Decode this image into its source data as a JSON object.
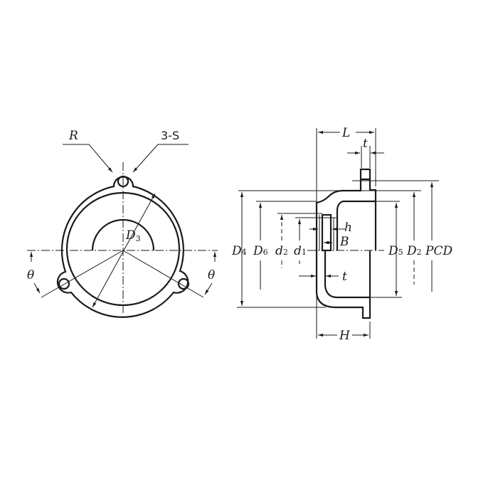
{
  "front_view": {
    "labels": {
      "radius": "R",
      "holes": "3-S",
      "bore": "D",
      "bore_sub": "3",
      "angle_left": "θ",
      "angle_right": "θ"
    }
  },
  "side_view": {
    "labels": {
      "D4": "D",
      "D4_sub": "4",
      "D6": "D",
      "D6_sub": "6",
      "d2": "d",
      "d2_sub": "2",
      "d1": "d",
      "d1_sub": "1",
      "D5": "D",
      "D5_sub": "5",
      "D2": "D",
      "D2_sub": "2",
      "PCD": "PCD",
      "L": "L",
      "t_top": "t",
      "t_mid": "t",
      "h": "h",
      "B": "B",
      "H": "H"
    }
  }
}
